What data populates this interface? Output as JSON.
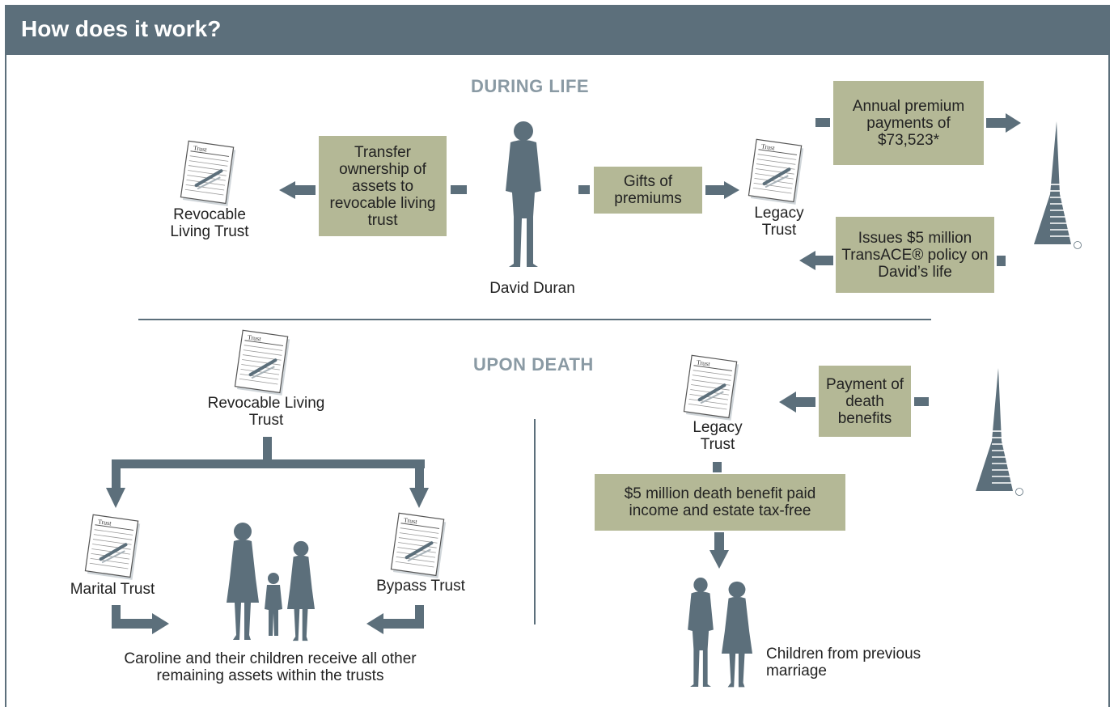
{
  "header": {
    "title": "How does it work?"
  },
  "sections": {
    "during_life": "DURING LIFE",
    "upon_death": "UPON DEATH"
  },
  "during": {
    "revocable_trust_label": "Revocable Living Trust",
    "transfer_box": "Transfer ownership of assets to revocable living trust",
    "person_label": "David Duran",
    "gifts_box": "Gifts of premiums",
    "legacy_trust_label": "Legacy Trust",
    "premium_box": "Annual premium payments of $73,523*",
    "issues_box": "Issues $5 million TransACE® policy on David’s life"
  },
  "death": {
    "revocable_trust_label": "Revocable Living Trust",
    "marital_trust_label": "Marital Trust",
    "bypass_trust_label": "Bypass Trust",
    "caroline_caption": "Caroline and their children receive all other remaining assets within the trusts",
    "legacy_trust_label": "Legacy Trust",
    "payment_box": "Payment of death benefits",
    "benefit_box": "$5 million death benefit paid income and estate tax-free",
    "children_caption": "Children from previous marriage"
  },
  "doc_icon_text": "Trust",
  "colors": {
    "header": "#5c6f7b",
    "arrow": "#5c6f7b",
    "box": "#b4b896",
    "section_title": "#8a9aa4"
  }
}
